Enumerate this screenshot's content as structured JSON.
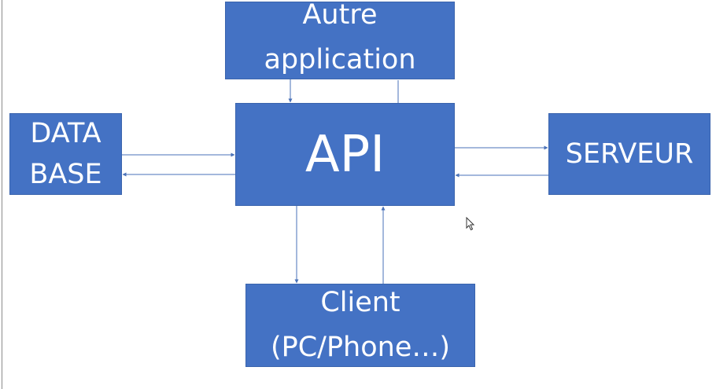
{
  "diagram": {
    "nodes": {
      "autre_application": {
        "lines": [
          "Autre",
          "application"
        ]
      },
      "api": {
        "label": "API"
      },
      "database": {
        "lines": [
          "DATA",
          "BASE"
        ]
      },
      "serveur": {
        "label": "SERVEUR"
      },
      "client": {
        "lines": [
          "Client",
          "(PC/Phone…)"
        ]
      }
    },
    "edges": [
      {
        "from": "autre_application",
        "to": "api"
      },
      {
        "from": "api",
        "to": "autre_application"
      },
      {
        "from": "database",
        "to": "api"
      },
      {
        "from": "api",
        "to": "database"
      },
      {
        "from": "api",
        "to": "serveur"
      },
      {
        "from": "serveur",
        "to": "api"
      },
      {
        "from": "api",
        "to": "client"
      },
      {
        "from": "client",
        "to": "api"
      }
    ],
    "colors": {
      "box_fill": "#4472c4",
      "box_text": "#ffffff",
      "connector": "#4a72b8"
    }
  }
}
